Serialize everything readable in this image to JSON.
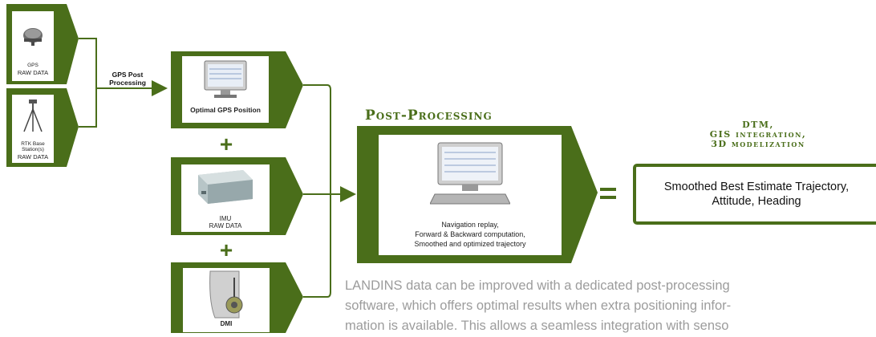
{
  "inputs": {
    "gps": {
      "line1": "GPS",
      "line2": "RAW DATA"
    },
    "rtk": {
      "line1": "RTK Base",
      "line2": "Station(s)",
      "line3": "RAW DATA"
    }
  },
  "arrow_label": {
    "line1": "GPS Post",
    "line2": "Processing"
  },
  "sensors": {
    "optimal_gps": "Optimal GPS Position",
    "imu": {
      "line1": "IMU",
      "line2": "RAW DATA"
    },
    "dmi": "DMI",
    "plus": "+"
  },
  "post_processing": {
    "title": "Post-Processing",
    "line1": "Navigation replay,",
    "line2": "Forward & Backward computation,",
    "line3": "Smoothed  and optimized trajectory"
  },
  "equals": "=",
  "output": {
    "heading_line1": "DTM,",
    "heading_line2": "GIS integration,",
    "heading_line3": "3D modelization",
    "line1": "Smoothed Best Estimate Trajectory,",
    "line2": "Attitude, Heading"
  },
  "description": {
    "line1": "LANDINS data can be improved with a dedicated post-processing",
    "line2": "software, which offers optimal results when extra positioning infor-",
    "line3": "mation is available. This allows a seamless integration with senso"
  },
  "colors": {
    "accent": "#4a6e1a",
    "text_gray": "#9c9c9c"
  }
}
